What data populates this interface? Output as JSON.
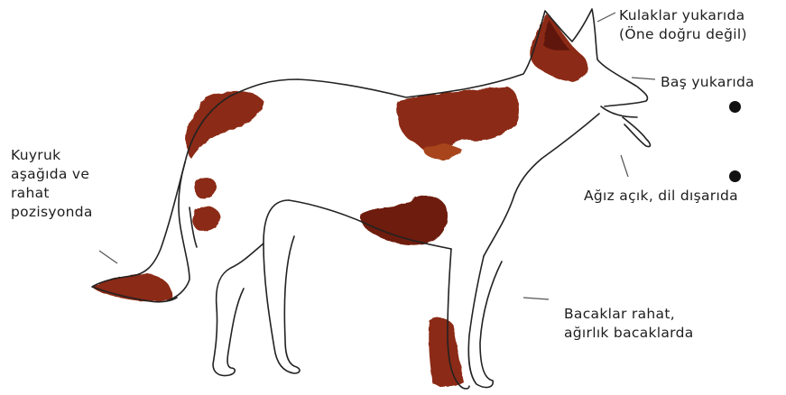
{
  "labels": {
    "ears": "Kulaklar yukarıda\n(Öne doğru değil)",
    "head": "Baş yukarıda",
    "mouth": "Ağız açık, dil dışarıda",
    "legs": "Bacaklar rahat,\nağırlık bacaklarda",
    "tail": "Kuyruk\naşağıda ve\nrahat\npozisyonda"
  },
  "colors": {
    "outline": "#222222",
    "patch": "#8b2a12",
    "patch_dark": "#5e1508",
    "patch_light": "#a8451f"
  }
}
